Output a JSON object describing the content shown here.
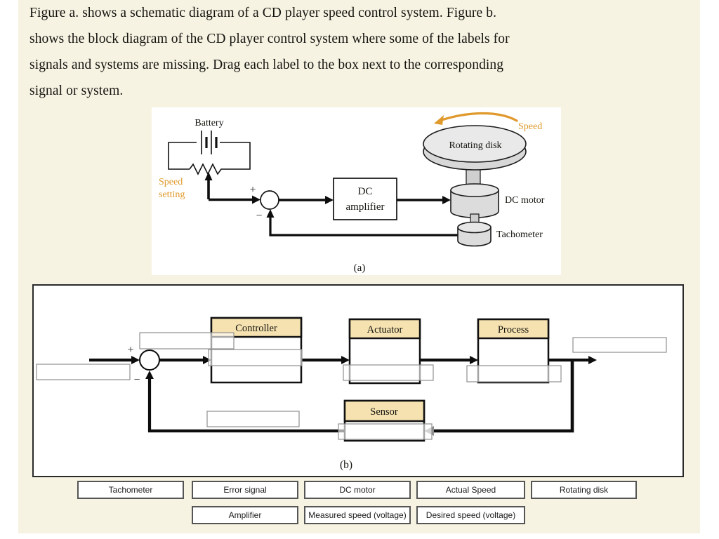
{
  "colors": {
    "page_bg": "#ffffff",
    "content_bg": "#f7f3e3",
    "accent_orange": "#e0992b",
    "block_header_fill": "#f6e2b0",
    "line_black": "#0d0d0d"
  },
  "instruction": {
    "lines": [
      "Figure a. shows a schematic diagram of a CD player speed control system. Figure b.",
      "shows the block diagram of the CD player control system where some of the labels for",
      "signals and systems are missing. Drag each label to the box next to the corresponding",
      "signal or system."
    ]
  },
  "figure_a": {
    "caption": "(a)",
    "battery_label": "Battery",
    "speed_setting_line1": "Speed",
    "speed_setting_line2": "setting",
    "plus": "+",
    "minus": "−",
    "dc_amplifier_line1": "DC",
    "dc_amplifier_line2": "amplifier",
    "rotating_disk_label": "Rotating disk",
    "speed_label": "Speed",
    "dc_motor_label": "DC motor",
    "tachometer_label": "Tachometer"
  },
  "figure_b": {
    "caption": "(b)",
    "plus": "+",
    "minus": "−",
    "blocks": [
      {
        "label": "Controller"
      },
      {
        "label": "Actuator"
      },
      {
        "label": "Process"
      },
      {
        "label": "Sensor"
      }
    ]
  },
  "label_bank": {
    "row1": [
      "Tachometer",
      "Error signal",
      "DC motor",
      "Actual Speed",
      "Rotating disk"
    ],
    "row2": [
      "Amplifier",
      "Measured speed (voltage)",
      "Desired speed (voltage)"
    ]
  }
}
